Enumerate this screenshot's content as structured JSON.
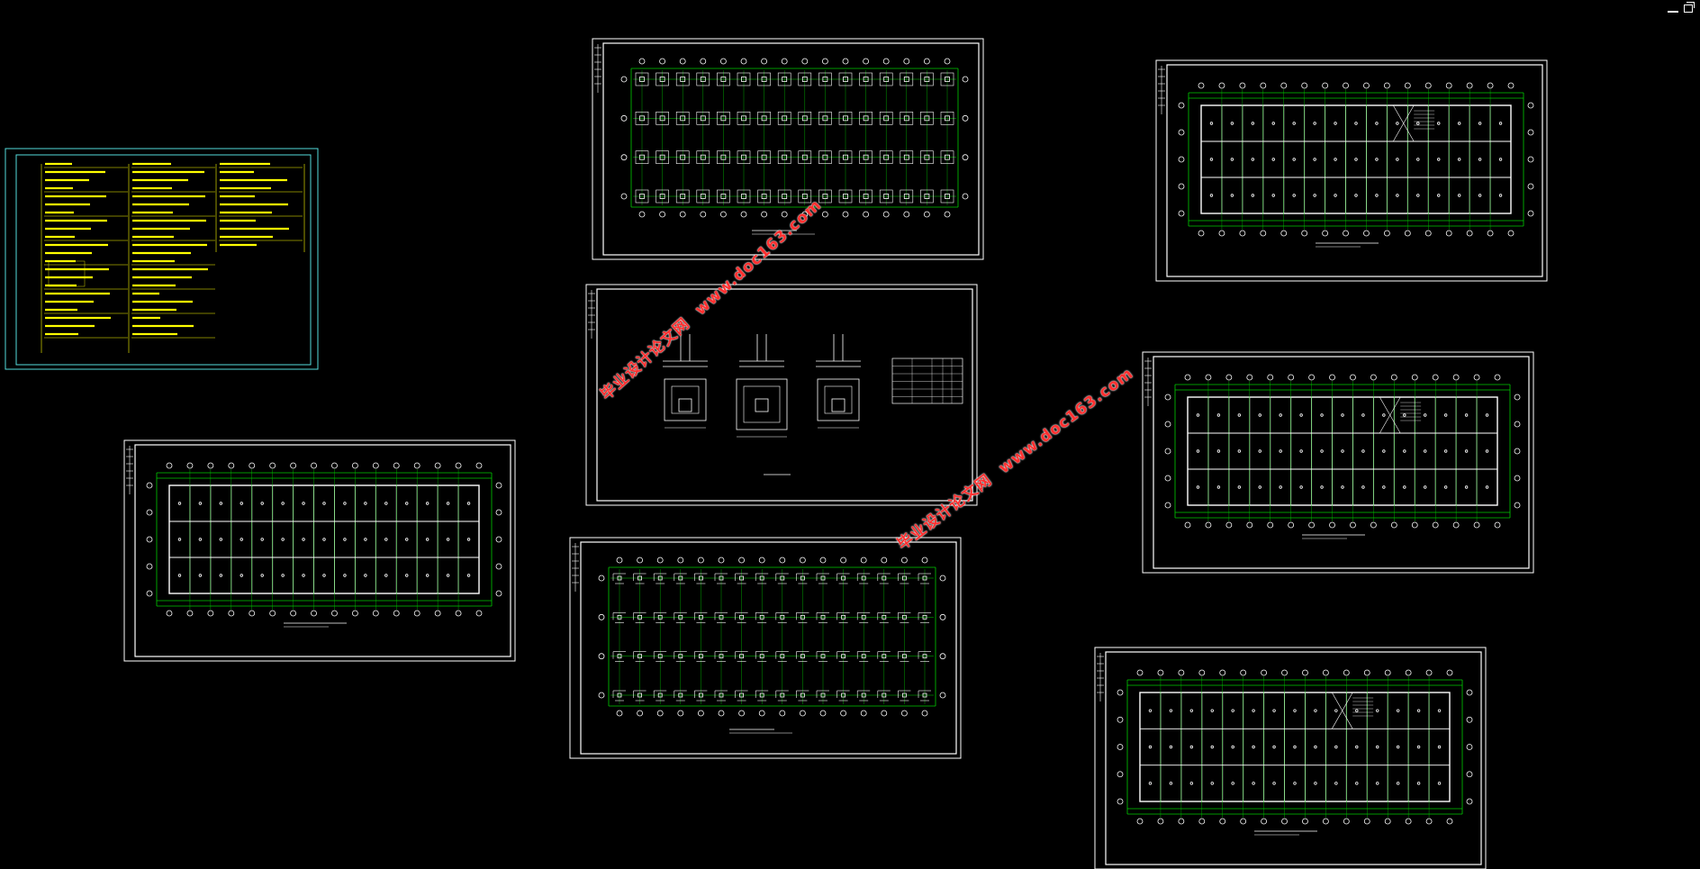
{
  "window_controls": {
    "minimize": "minimize",
    "restore": "restore"
  },
  "watermarks": [
    {
      "site": "www.doc163.com",
      "cn": "毕业设计论文网"
    },
    {
      "site": "www.doc163.com",
      "cn": "毕业设计论文网"
    }
  ],
  "colors": {
    "background": "#000000",
    "sheet_border": "#ffffff",
    "grid": "#00cc00",
    "text_note": "#ffff00",
    "notes_border": "#55dddd",
    "watermark": "#ff3030"
  },
  "sheets": [
    {
      "id": "design-notes",
      "kind": "notes"
    },
    {
      "id": "foundation-plan",
      "kind": "foundation"
    },
    {
      "id": "foundation-details",
      "kind": "details"
    },
    {
      "id": "column-plan",
      "kind": "columns"
    },
    {
      "id": "floor-plan-1",
      "kind": "floorplan"
    },
    {
      "id": "floor-plan-2",
      "kind": "floorplan"
    },
    {
      "id": "floor-plan-3",
      "kind": "floorplan"
    },
    {
      "id": "floor-plan-4",
      "kind": "floorplan"
    }
  ]
}
